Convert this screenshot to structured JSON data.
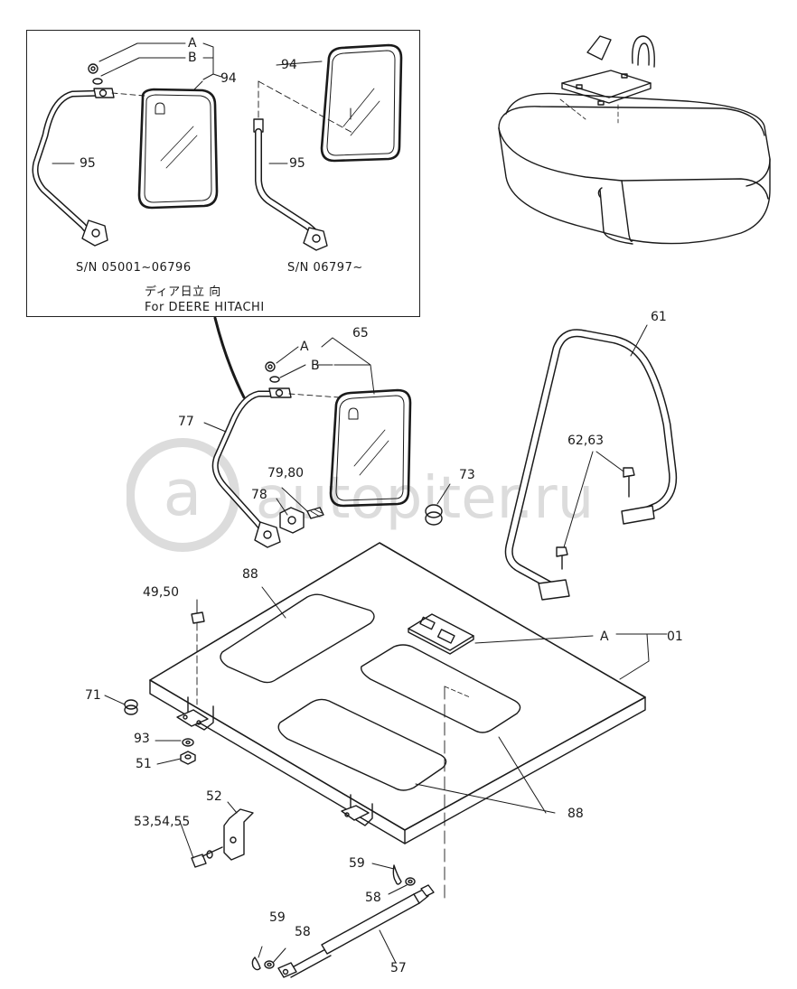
{
  "inset": {
    "sn_left": "S/N 05001~06796",
    "sn_right": "S/N 06797~",
    "caption_jp": "ディア日立 向",
    "caption_en": "For DEERE HITACHI",
    "labels": {
      "a": "A",
      "b": "B",
      "p94_left": "94",
      "p94_right": "94",
      "p95_left": "95",
      "p95_right": "95"
    }
  },
  "callouts": {
    "p65": "65",
    "a": "A",
    "b": "B",
    "p77": "77",
    "p79_80": "79,80",
    "p78": "78",
    "p73": "73",
    "p61": "61",
    "p62_63": "62,63",
    "p88_top": "88",
    "p49_50": "49,50",
    "a_right": "A",
    "p01": "01",
    "p71": "71",
    "p93": "93",
    "p51": "51",
    "p88_bottom": "88",
    "p52": "52",
    "p53_54_55": "53,54,55",
    "p59_top": "59",
    "p58_top": "58",
    "p59_bottom": "59",
    "p58_bottom": "58",
    "p57": "57"
  },
  "watermark": {
    "text": "autopiter.ru",
    "color": "#d8d8d8"
  },
  "colors": {
    "line": "#1a1a1a",
    "hatch": "#555555"
  }
}
